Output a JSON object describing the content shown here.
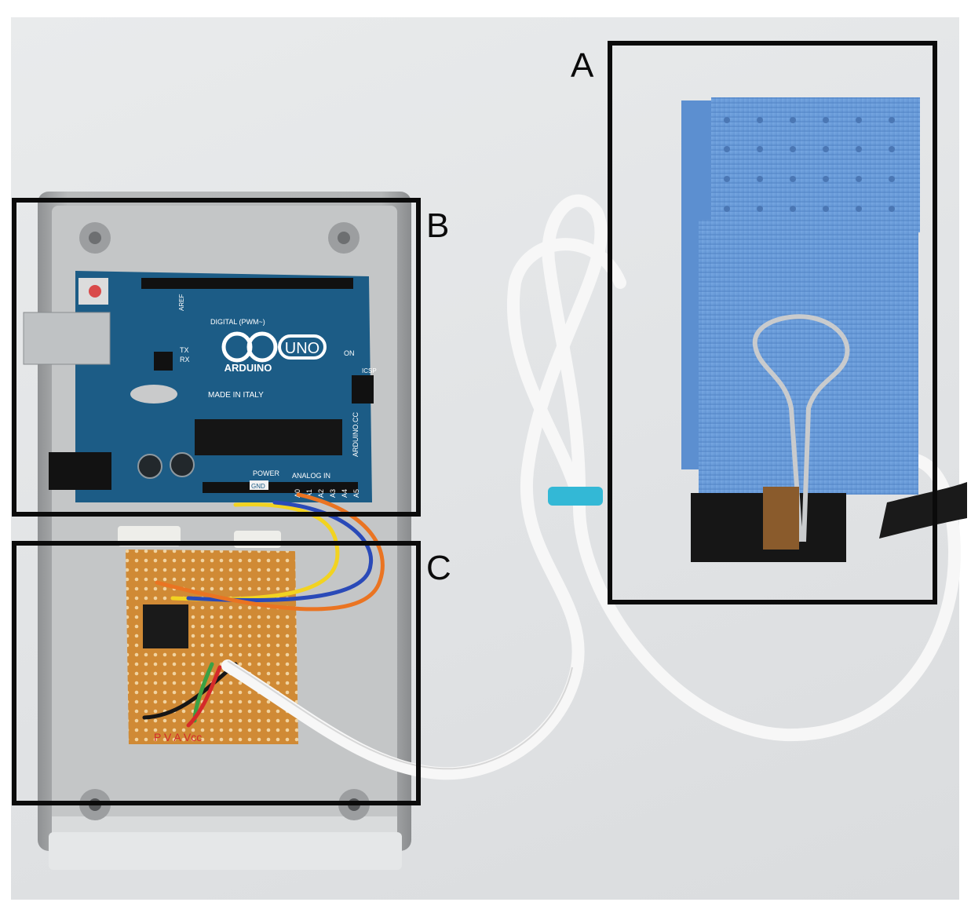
{
  "figure": {
    "panels": [
      {
        "id": "A",
        "label": "A"
      },
      {
        "id": "B",
        "label": "B"
      },
      {
        "id": "C",
        "label": "C"
      }
    ],
    "board_text": {
      "logo": "UNO",
      "brand": "ARDUINO",
      "origin": "MADE IN ITALY",
      "digital": "DIGITAL (PWM~)",
      "analog": "ANALOG IN",
      "power": "POWER",
      "site": "ARDUINO.CC",
      "on": "ON",
      "tx": "TX",
      "rx": "RX",
      "icsp": "ICSP",
      "aref": "AREF",
      "gnd": "GND",
      "pin_labels": [
        "A0",
        "A1",
        "A2",
        "A3",
        "A4",
        "A5"
      ],
      "handwritten": "P V A Vcc"
    },
    "colors": {
      "box_border": "#0b0b0b",
      "arduino_board": "#1c5c86",
      "clip_blue": "#6e9fdc",
      "enclosure": "#a9abac",
      "perfboard": "#d08a35",
      "cable": "#f7f7f7"
    }
  }
}
